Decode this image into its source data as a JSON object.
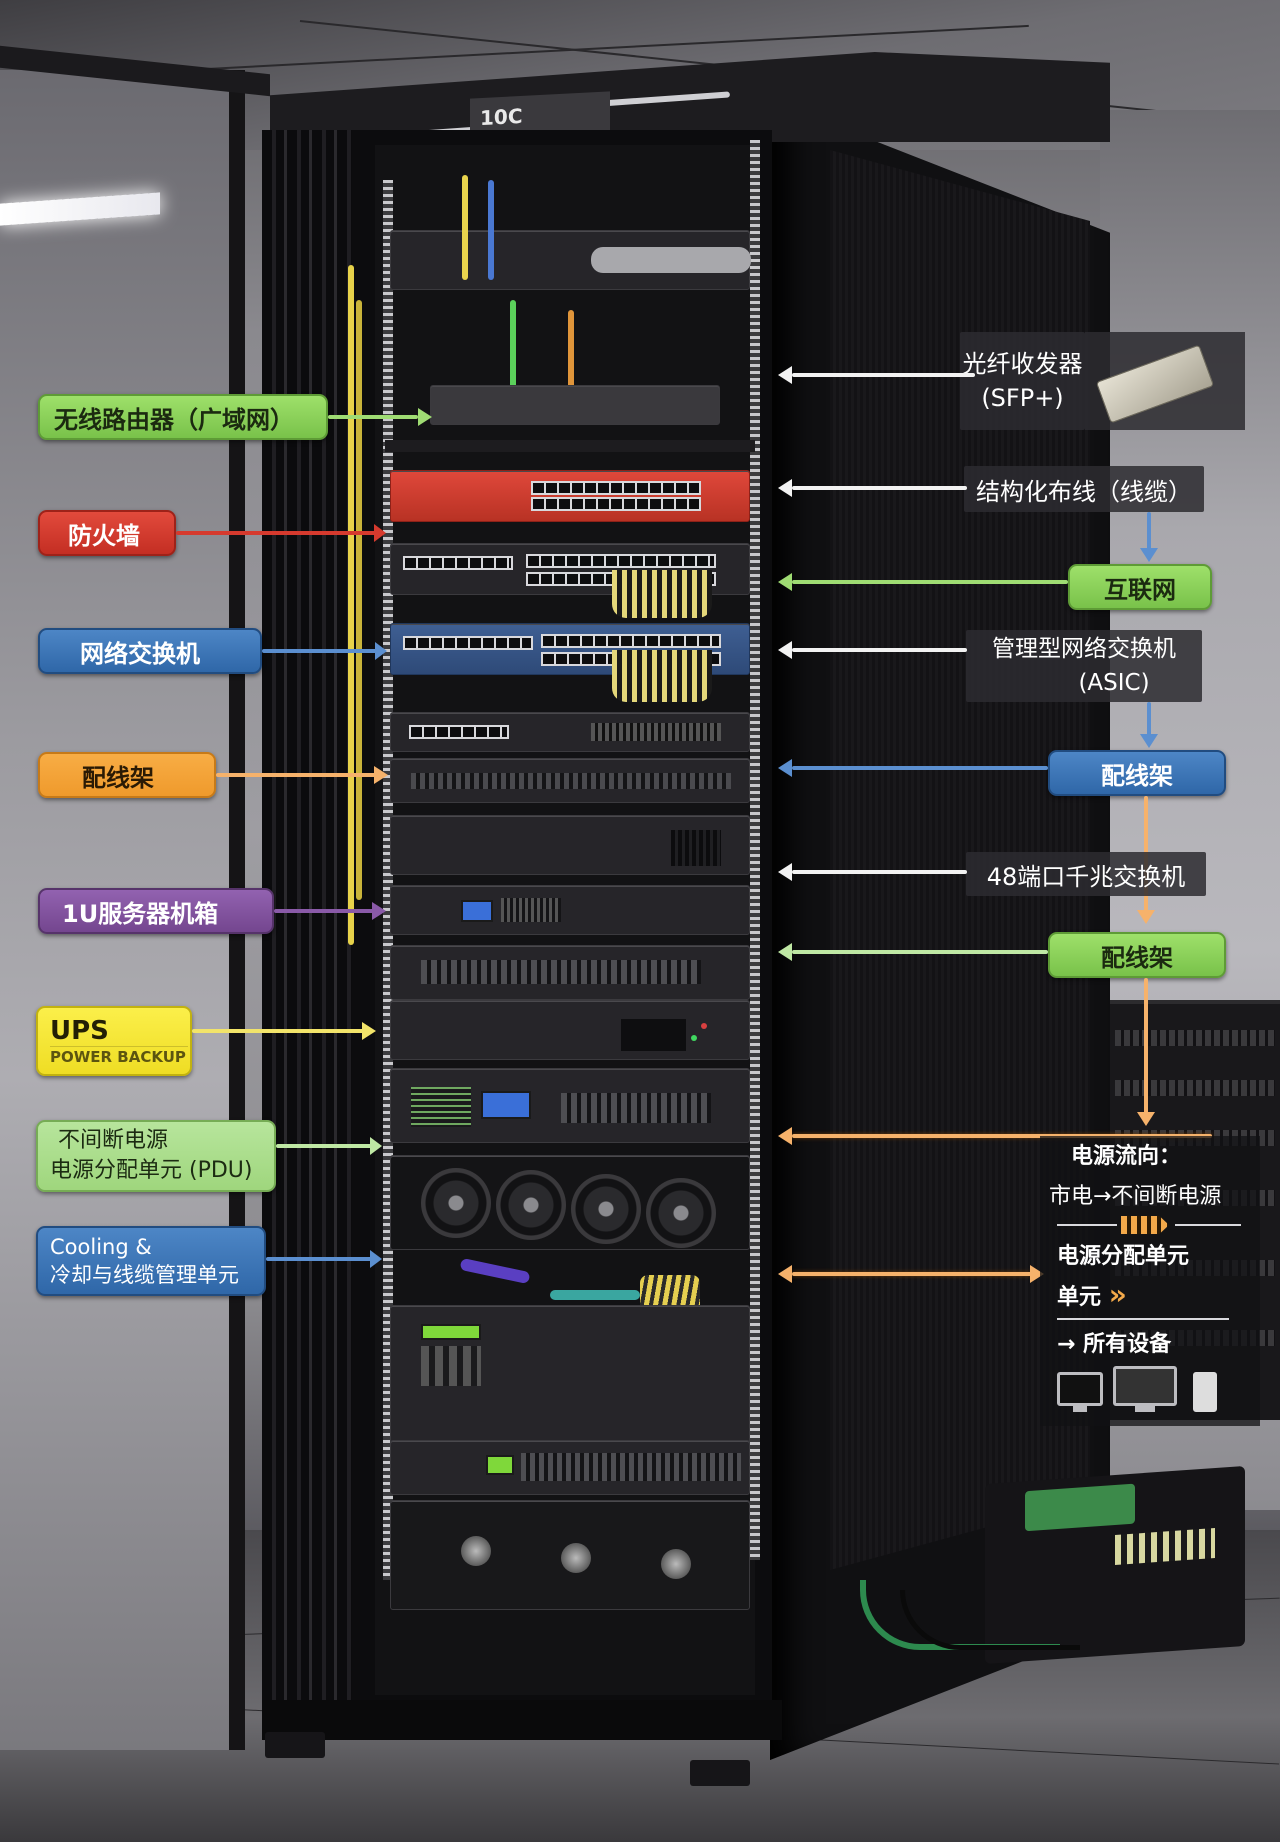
{
  "rack": {
    "top_label": "10C",
    "description": "Black server rack cabinet with open front door, labeled components"
  },
  "left_labels": [
    {
      "id": "router",
      "text": "无线路由器（广域网）",
      "color": "#8ed35a",
      "style": "green"
    },
    {
      "id": "firewall",
      "text": "防火墙",
      "color": "#d63a2e",
      "style": "red"
    },
    {
      "id": "switch",
      "text": "网络交换机",
      "color": "#3f77b8",
      "style": "blue"
    },
    {
      "id": "patch-panel",
      "text": "配线架",
      "color": "#f3a43a",
      "style": "orange"
    },
    {
      "id": "server",
      "text": "1U服务器机箱",
      "color": "#83539f",
      "style": "purple"
    },
    {
      "id": "ups",
      "text": "UPS",
      "subtext": "POWER BACKUP",
      "color": "#f5e634",
      "style": "yellow"
    },
    {
      "id": "pdu",
      "line1": "不间断电源",
      "line2": "电源分配单元 (PDU)",
      "color": "#abde8c",
      "style": "lightgreen"
    },
    {
      "id": "cooling",
      "line1": "Cooling &",
      "line2": "冷却与线缆管理单元",
      "color": "#3f77b8",
      "style": "blue"
    }
  ],
  "right_labels": [
    {
      "id": "sfp",
      "line1": "光纤收发器",
      "line2": "(SFP+)",
      "style": "dark"
    },
    {
      "id": "structured-cabling",
      "text": "结构化布线（线缆）",
      "style": "dark"
    },
    {
      "id": "internet",
      "text": "互联网",
      "color": "#8ed35a",
      "style": "green"
    },
    {
      "id": "managed-switch",
      "line1": "管理型网络交换机",
      "line2": "(ASIC)",
      "style": "dark"
    },
    {
      "id": "patch-panel-blue",
      "text": "配线架",
      "color": "#3f77b8",
      "style": "blue"
    },
    {
      "id": "gigabit-switch",
      "text": "48端口千兆交换机",
      "style": "dark"
    },
    {
      "id": "patch-panel-green",
      "text": "配线架",
      "color": "#8ed35a",
      "style": "green"
    }
  ],
  "power_flow": {
    "title": "电源流向：",
    "line1": "市电→不间断电源",
    "line2": "电源分配单元",
    "line3": "单元",
    "line3_arrows": "»",
    "line4": "→ 所有设备",
    "devices": [
      "monitor-icon",
      "desktop-icon",
      "server-tower-icon"
    ]
  },
  "colors": {
    "arrow_white": "#f2f2f2",
    "arrow_green": "#9fdc73",
    "arrow_blue": "#5b8fd0",
    "arrow_orange": "#f6b26b",
    "arrow_red": "#d63a2e",
    "arrow_purple": "#8a5aa8",
    "arrow_yellow": "#f2e46a"
  }
}
